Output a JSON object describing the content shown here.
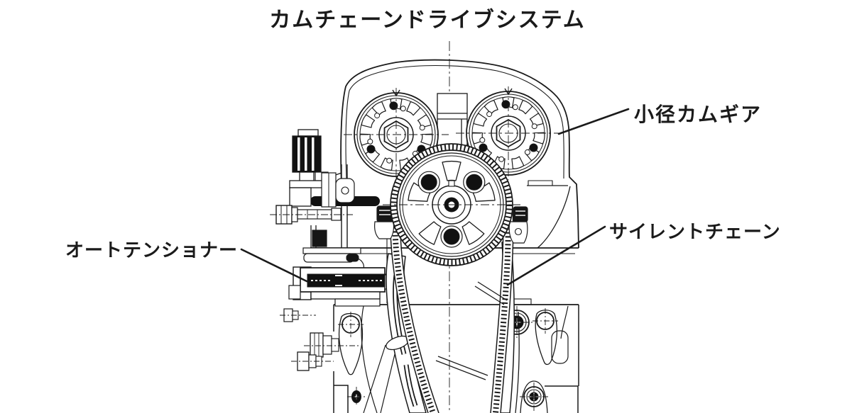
{
  "title": "カムチェーンドライブシステム",
  "labels": {
    "small_cam_gear": "小径カムギア",
    "silent_chain": "サイレントチェーン",
    "auto_tensioner": "オートテンショナー"
  },
  "colors": {
    "line": "#1a1a1a",
    "background": "#ffffff"
  }
}
